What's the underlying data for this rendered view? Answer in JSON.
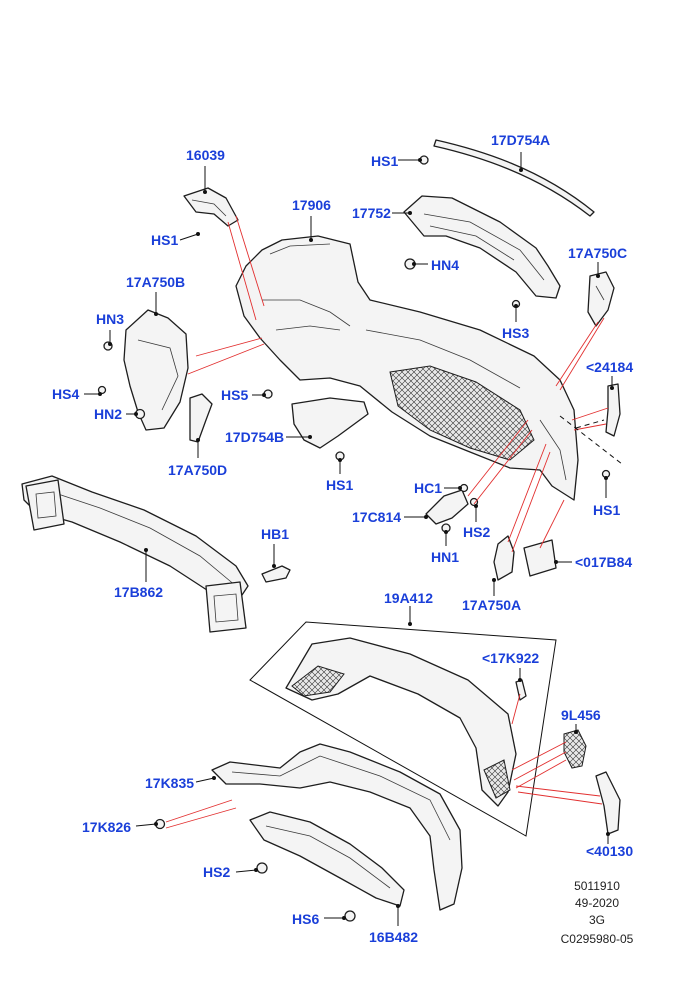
{
  "labels": {
    "l_16039": "16039",
    "l_hs1_a": "HS1",
    "l_17906": "17906",
    "l_hs1_b": "HS1",
    "l_17d754a": "17D754A",
    "l_17752": "17752",
    "l_hn4": "HN4",
    "l_17a750c": "17A750C",
    "l_hs3": "HS3",
    "l_17a750b": "17A750B",
    "l_hn3": "HN3",
    "l_hs4": "HS4",
    "l_hn2": "HN2",
    "l_17a750d": "17A750D",
    "l_hs5": "HS5",
    "l_17d754b": "17D754B",
    "l_hs1_c": "HS1",
    "l_24184": "<24184",
    "l_hs1_d": "HS1",
    "l_hc1": "HC1",
    "l_17c814": "17C814",
    "l_hs2_a": "HS2",
    "l_hn1": "HN1",
    "l_017b84": "<017B84",
    "l_17a750a": "17A750A",
    "l_hb1": "HB1",
    "l_17b862": "17B862",
    "l_19a412": "19A412",
    "l_17k922": "<17K922",
    "l_9l456": "9L456",
    "l_17k835": "17K835",
    "l_17k826": "17K826",
    "l_40130": "<40130",
    "l_hs2_b": "HS2",
    "l_hs6": "HS6",
    "l_16b482": "16B482"
  },
  "reference": {
    "line1": "5011910",
    "line2": "49-2020",
    "line3": "3G",
    "line4": "C0295980-05"
  },
  "colors": {
    "label": "#1a3fd9",
    "leader_red": "#e23030",
    "outline": "#1e1e1e"
  }
}
